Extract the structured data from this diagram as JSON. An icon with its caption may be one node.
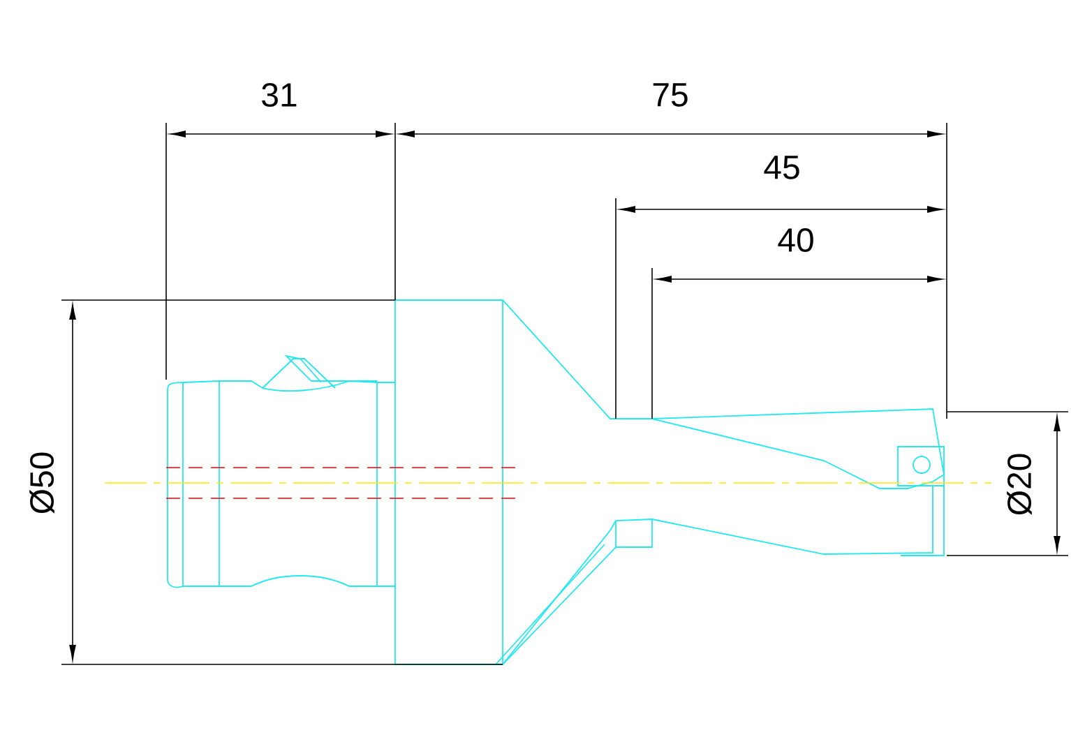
{
  "diagram": {
    "labels": [
      "31",
      "75",
      "45",
      "40",
      "Ø50",
      "Ø20"
    ]
  }
}
